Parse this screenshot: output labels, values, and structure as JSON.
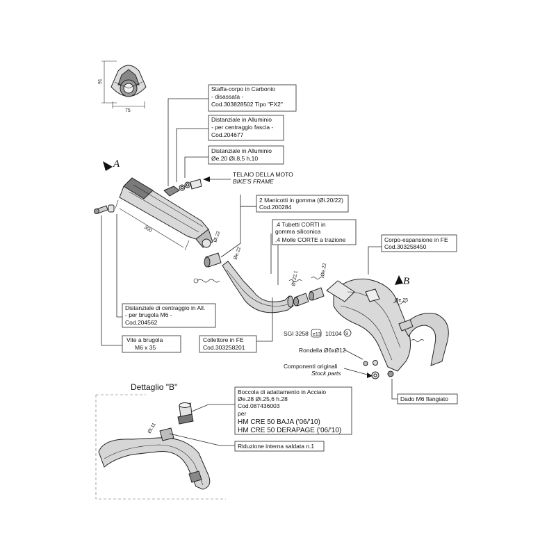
{
  "dimensions": {
    "height": "91",
    "width": "75",
    "length": "300"
  },
  "view_markers": {
    "a": "A",
    "b": "B"
  },
  "labels": {
    "staffa": [
      "Staffa-corpo in Carbonio",
      "- disassata -",
      "Cod.303828502  Tipo \"FX2\""
    ],
    "distanziale_fascia": [
      "Distanziale in Alluminio",
      "- per centraggio fascia -",
      "Cod.204677"
    ],
    "distanziale_all": [
      "Distanziale in Alluminio",
      "Øe.20  Øi.8,5  h.10"
    ],
    "telaio": [
      "TELAIO DELLA MOTO",
      "BIKE'S FRAME"
    ],
    "manicotti": [
      "2 Manicotti in gomma (Øi.20/22)",
      "Cod.200284"
    ],
    "tubetti": [
      ".4 Tubetti CORTI in",
      "gomma siliconica",
      ".4 Molle CORTE a trazione"
    ],
    "corpo": [
      "Corpo-espansione in FE",
      "Cod.303258450"
    ],
    "distanziale_centraggio": [
      "Distanziale di centraggio in All.",
      "- per brugola M6 -",
      "Cod.204562"
    ],
    "vite": [
      "Vite a brugola",
      "M6 x 35"
    ],
    "collettore": [
      "Collettore in FE",
      "Cod.303258201"
    ],
    "rondella": "Rondella Ø6xØ12",
    "componenti": [
      "Componenti originali",
      "Stock parts"
    ],
    "dado": "Dado M6 flangiato",
    "boccola": [
      "Boccola di adattamento in Acciaio",
      "Øe.28  Øi.25,6  h.28",
      "Cod.087436003",
      "per"
    ],
    "models": [
      "HM CRE 50 BAJA ('06/'10)",
      "HM CRE 50 DERAPAGE ('06/'10)"
    ],
    "riduzione": "Riduzione interna saldata n.1"
  },
  "homologation": {
    "prefix": "SGI 3258",
    "mark": "e13",
    "number": "10104",
    "circle": "9"
  },
  "detail_title": "Dettaglio \"B\"",
  "tube_dims": {
    "oi22": "Øi.22",
    "oe22_a": "Øe.22",
    "oi221": "Øi.22,1",
    "oe22_b": "Øe.22",
    "oe25": "Øe.25",
    "oi11": "Øi.11"
  }
}
